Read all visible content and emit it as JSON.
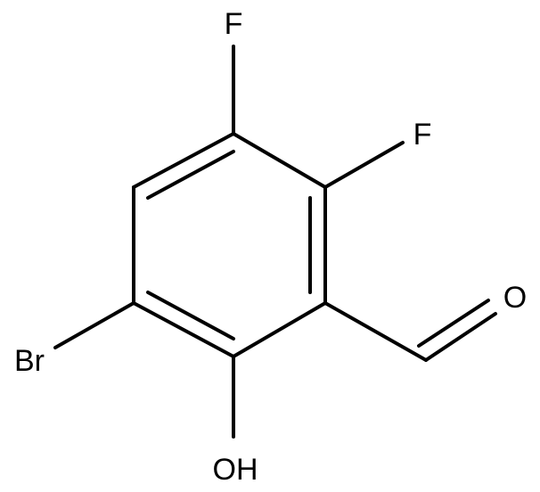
{
  "molecule": {
    "atoms": {
      "f_top": "F",
      "f_right": "F",
      "o_aldehyde": "O",
      "br": "Br",
      "oh": "OH"
    },
    "bond_color": "#000000",
    "background": "#ffffff"
  }
}
